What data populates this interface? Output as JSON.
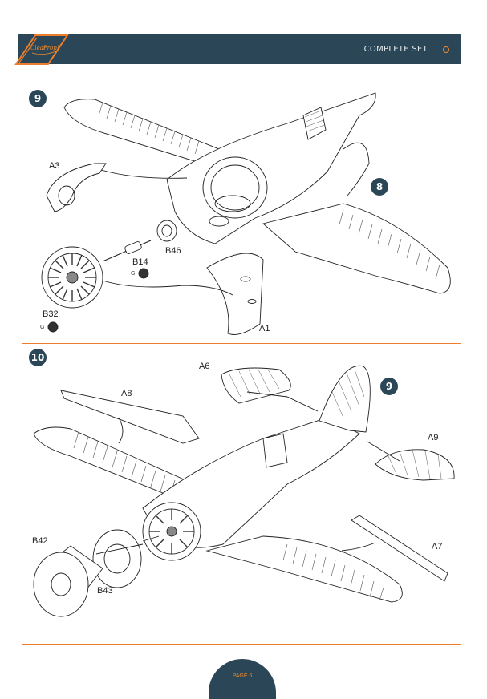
{
  "header": {
    "title": "COMPLETE SET",
    "logo_text_line1": "Clear",
    "logo_text_line2": "Prop!"
  },
  "steps": [
    {
      "number": "9",
      "reference_step": "8",
      "parts": [
        "A3",
        "B46",
        "B14",
        "B32",
        "A1"
      ],
      "glue_marks": [
        "G",
        "G"
      ]
    },
    {
      "number": "10",
      "reference_step": "9",
      "parts": [
        "A6",
        "A8",
        "A9",
        "A7",
        "B42",
        "B43"
      ]
    }
  ],
  "footer": {
    "page": "PAGE 6"
  },
  "colors": {
    "accent": "#ed7d2b",
    "navy": "#2b4757"
  }
}
